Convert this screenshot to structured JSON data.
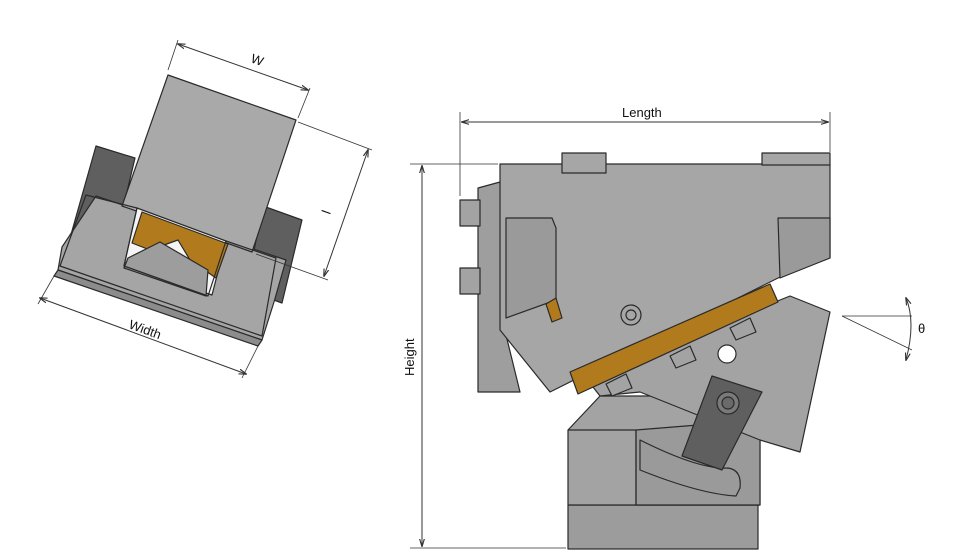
{
  "labels": {
    "w": "W",
    "l": "l",
    "width": "Width",
    "length": "Length",
    "height": "Height",
    "theta": "θ"
  },
  "colors": {
    "metal_light": "#a9a9a9",
    "metal_mid": "#9b9b9b",
    "metal_dark": "#5f5f5f",
    "outline": "#2a2a2a",
    "bronze": "#b07a1d",
    "bronze_dark": "#8a5c10",
    "dimension_line": "#333333"
  }
}
